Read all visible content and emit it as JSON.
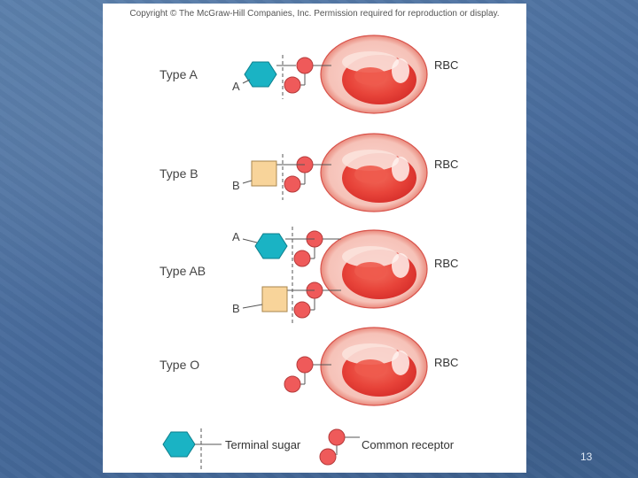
{
  "copyright": "Copyright © The McGraw-Hill Companies, Inc. Permission required for reproduction or display.",
  "rows": [
    {
      "type_label": "Type A",
      "rbc_label": "RBC",
      "sugars": [
        "A"
      ]
    },
    {
      "type_label": "Type B",
      "rbc_label": "RBC",
      "sugars": [
        "B"
      ]
    },
    {
      "type_label": "Type AB",
      "rbc_label": "RBC",
      "sugars": [
        "A",
        "B"
      ]
    },
    {
      "type_label": "Type O",
      "rbc_label": "RBC",
      "sugars": []
    }
  ],
  "legend": {
    "terminal_sugar": "Terminal sugar",
    "common_receptor": "Common receptor"
  },
  "page_number": "13",
  "colors": {
    "slide_background": "#4a6f9a",
    "sugar_a": "#1ab3c4",
    "sugar_b": "#f8d49a",
    "receptor": "#ef5a5a",
    "rbc": "#e83a3a"
  }
}
